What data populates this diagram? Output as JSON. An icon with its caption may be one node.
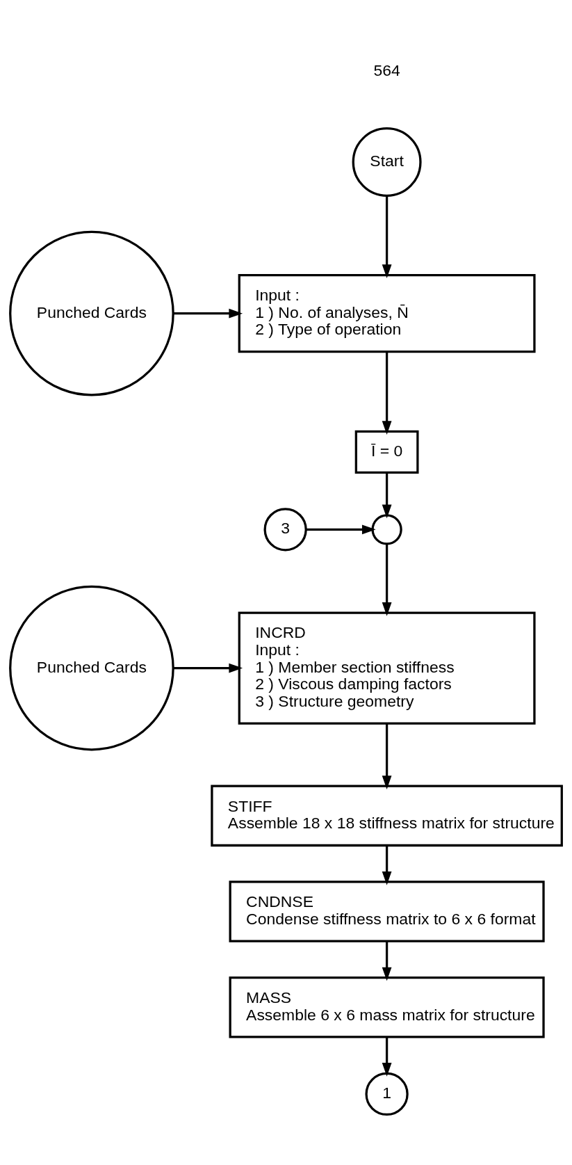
{
  "diagram": {
    "nodes": [
      {
        "text": [
          "Start"
        ]
      },
      {
        "text": [
          "Input :",
          "1 ) No. of analyses, N̄",
          "2 ) Type of operation"
        ]
      },
      {
        "text": [
          "Punched Cards"
        ]
      },
      {
        "text": [
          "Ī = 0"
        ]
      },
      {
        "text": [],
        "shape": "circle"
      },
      {
        "text": [
          "3"
        ]
      },
      {
        "text": [
          "INCRD",
          "Input :",
          "1 ) Member section stiffness",
          "2 ) Viscous damping factors",
          "3 ) Structure geometry"
        ]
      },
      {
        "text": [
          "Punched Cards"
        ]
      },
      {
        "text": [
          "STIFF",
          "Assemble 18 x 18 stiffness matrix for structure"
        ]
      },
      {
        "text": [
          "CNDNSE",
          "Condense stiffness matrix to 6 x 6 format"
        ]
      },
      {
        "text": [
          "MASS",
          "Assemble 6 x 6 mass matrix for structure"
        ]
      },
      {
        "text": [
          "1"
        ]
      }
    ],
    "edges": [
      {
        "from": 0,
        "to": 1,
        "arrow": "to"
      },
      {
        "from": 2,
        "to": 1,
        "arrow": "to"
      },
      {
        "from": 1,
        "to": 3,
        "arrow": "to"
      },
      {
        "from": 3,
        "to": 4,
        "arrow": "to"
      },
      {
        "from": 5,
        "to": 4,
        "arrow": "to"
      },
      {
        "from": 4,
        "to": 6,
        "arrow": "to"
      },
      {
        "from": 7,
        "to": 6,
        "arrow": "to"
      },
      {
        "from": 6,
        "to": 8,
        "arrow": "to"
      },
      {
        "from": 8,
        "to": 9,
        "arrow": "to"
      },
      {
        "from": 9,
        "to": 10,
        "arrow": "to"
      },
      {
        "from": 10,
        "to": 11,
        "arrow": "to"
      }
    ],
    "labels": [
      "564"
    ]
  }
}
